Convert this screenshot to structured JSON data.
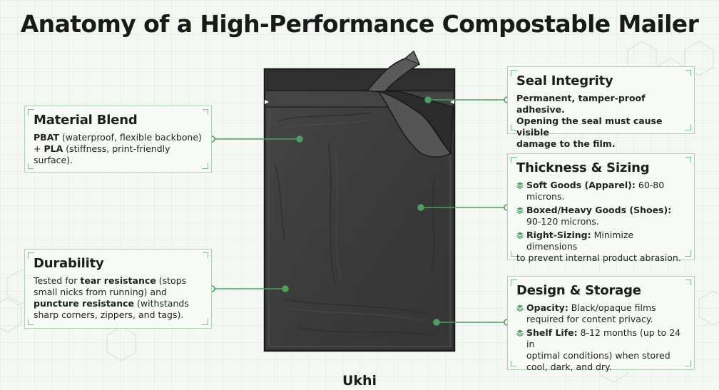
{
  "title": "Anatomy of a High-Performance Compostable Mailer",
  "cards": {
    "material": {
      "title": "Material Blend",
      "l1_b": "PBAT",
      "l1_t": " (waterproof, flexible backbone)",
      "l2_pre": "+ ",
      "l2_b": "PLA",
      "l2_t": " (stiffness, print-friendly",
      "l3_t": "surface)."
    },
    "durability": {
      "title": "Durability",
      "l1_pre": "Tested for ",
      "l1_b": "tear resistance",
      "l1_t": " (stops",
      "l2_t": "small nicks from running) and",
      "l3_b": "puncture resistance",
      "l3_t": " (withstands",
      "l4_t": "sharp corners, zippers, and tags)."
    },
    "seal": {
      "title": "Seal Integrity",
      "l1": "Permanent, tamper-proof adhesive.",
      "l2": "Opening the seal must cause visible",
      "l3": "damage to the film."
    },
    "thickness": {
      "title": "Thickness & Sizing",
      "b1_label": "Soft Goods (Apparel):",
      "b1_text": " 60-80",
      "b1_line2": "microns.",
      "b2_label": "Boxed/Heavy Goods (Shoes):",
      "b2_line2": "90-120 microns.",
      "b3_label": "Right-Sizing:",
      "b3_text": " Minimize dimensions",
      "b3_line2": "to prevent internal product abrasion."
    },
    "design": {
      "title": "Design & Storage",
      "b1_label": "Opacity:",
      "b1_text": " Black/opaque films",
      "b1_line2": "required for content privacy.",
      "b2_label": "Shelf Life:",
      "b2_text": " 8-12 months (up to 24 in",
      "b2_line2": "optimal conditions) when stored",
      "b2_line3": "cool, dark, and dry."
    }
  },
  "footer": "Ukhi",
  "colors": {
    "accent": "#4aa05c",
    "border": "#a9d6b0",
    "mailer": "#3a3a3a",
    "mailer_outline": "#1a1a1a"
  }
}
